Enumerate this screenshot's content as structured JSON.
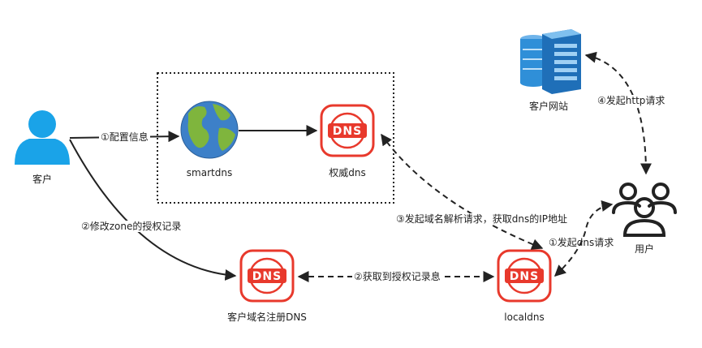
{
  "nodes": {
    "customer": "客户",
    "smartdns": "smartdns",
    "authdns": "权威dns",
    "registrar": "客户域名注册DNS",
    "localdns": "localdns",
    "user": "用户",
    "website": "客户网站"
  },
  "edges": {
    "config": "①配置信息",
    "modify_zone": "②修改zone的授权记录",
    "get_auth": "②获取到授权记录息",
    "query": "③发起域名解析请求，获取dns的IP地址",
    "dns_request": "①发起dns请求",
    "http_request": "④发起http请求"
  },
  "icons": {
    "dns_text": "DNS"
  },
  "colors": {
    "dns_red": "#e8392c",
    "person_blue": "#1aa3e8",
    "server_blue": "#2f8fd8",
    "arrow": "#222222"
  }
}
